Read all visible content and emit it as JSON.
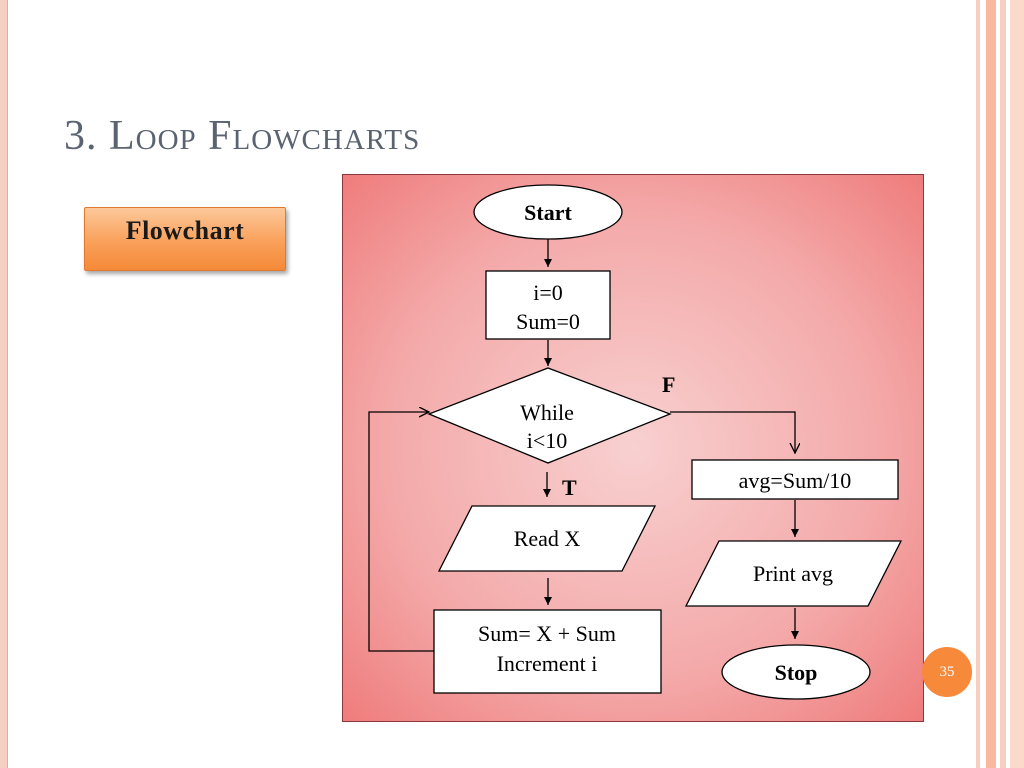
{
  "slide": {
    "title": "3. Loop Flowcharts",
    "button_label": "Flowchart",
    "page_number": "35"
  },
  "flowchart": {
    "start": "Start",
    "init_line1": "i=0",
    "init_line2": "Sum=0",
    "decision_line1": "While",
    "decision_line2": "i<10",
    "true_label": "T",
    "false_label": "F",
    "read": "Read X",
    "process_line1": "Sum= X + Sum",
    "process_line2": "Increment i",
    "avg": "avg=Sum/10",
    "print": "Print avg",
    "stop": "Stop"
  },
  "colors": {
    "title": "#5b6371",
    "button": "#f9a05a",
    "panel": "#f4a9a9",
    "badge": "#f7893a"
  }
}
